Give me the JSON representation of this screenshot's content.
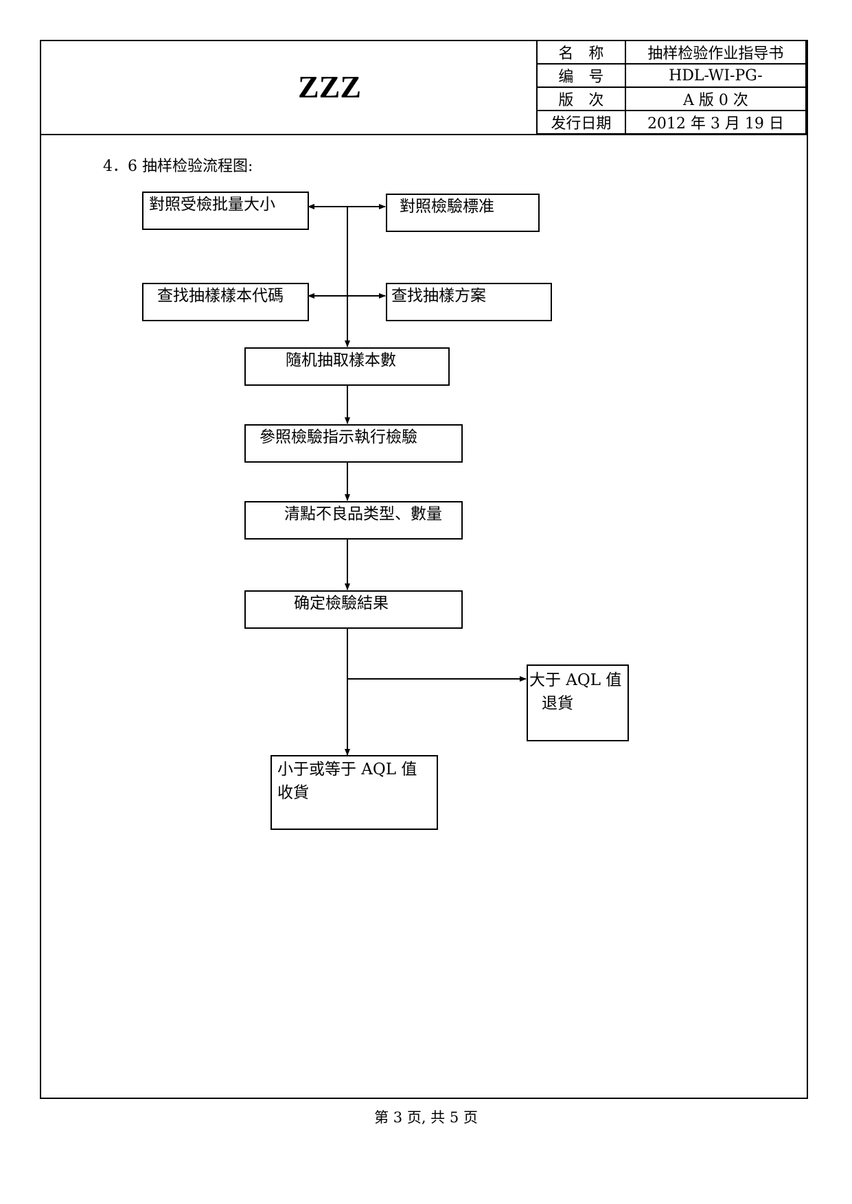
{
  "header": {
    "logo": "ZZZ",
    "rows": [
      {
        "key": "名　称",
        "value": "抽样检验作业指导书"
      },
      {
        "key": "编　号",
        "value": "HDL-WI-PG-"
      },
      {
        "key": "版　次",
        "value": "A 版 0 次"
      },
      {
        "key": "发行日期",
        "value": "2012 年 3 月 19 日"
      }
    ]
  },
  "section_title": "4．6 抽样检验流程图:",
  "flow": {
    "compare_lot_size": "對照受檢批量大小",
    "compare_standard": "對照檢驗標准",
    "find_code": "查找抽樣樣本代碼",
    "find_plan": "查找抽樣方案",
    "random_sample": "隨机抽取樣本數",
    "inspect": "參照檢驗指示執行檢驗",
    "count_defects": "清點不良品类型、數量",
    "determine_result": "确定檢驗結果",
    "reject_line1": "大于 AQL 值",
    "reject_line2": "退貨",
    "accept_line1": "小于或等于 AQL 值",
    "accept_line2": "收貨"
  },
  "footer": "第 3 页, 共 5 页"
}
